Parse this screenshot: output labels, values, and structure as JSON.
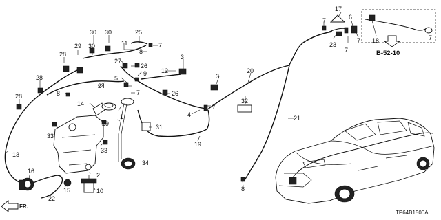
{
  "ref_code": "B-52-10",
  "direction_label": "FR.",
  "diagram_code": "TP64B1500A",
  "callouts": {
    "n1": "1",
    "n2": "2",
    "n3a": "3",
    "n3b": "3",
    "n4": "4",
    "n5": "5",
    "n6": "6",
    "n7a": "7",
    "n7b": "7",
    "n7c": "7",
    "n7d": "7",
    "n7e": "7",
    "n7f": "7",
    "n7g": "7",
    "n8a": "8",
    "n8b": "8",
    "n8c": "8",
    "n9": "9",
    "n10": "10",
    "n11": "11",
    "n12": "12",
    "n13": "13",
    "n14": "14",
    "n15": "15",
    "n16": "16",
    "n17": "17",
    "n18": "18",
    "n19": "19",
    "n20": "20",
    "n21": "21",
    "n22": "22",
    "n23": "23",
    "n24": "24",
    "n25": "25",
    "n26a": "26",
    "n26b": "26",
    "n27": "27",
    "n28a": "28",
    "n28b": "28",
    "n28c": "28",
    "n29": "29",
    "n30a": "30",
    "n30b": "30",
    "n31": "31",
    "n32": "32",
    "n33a": "33",
    "n33b": "33",
    "n34": "34"
  },
  "icons": [
    "front-direction-arrow-icon",
    "reference-arrow-icon"
  ]
}
